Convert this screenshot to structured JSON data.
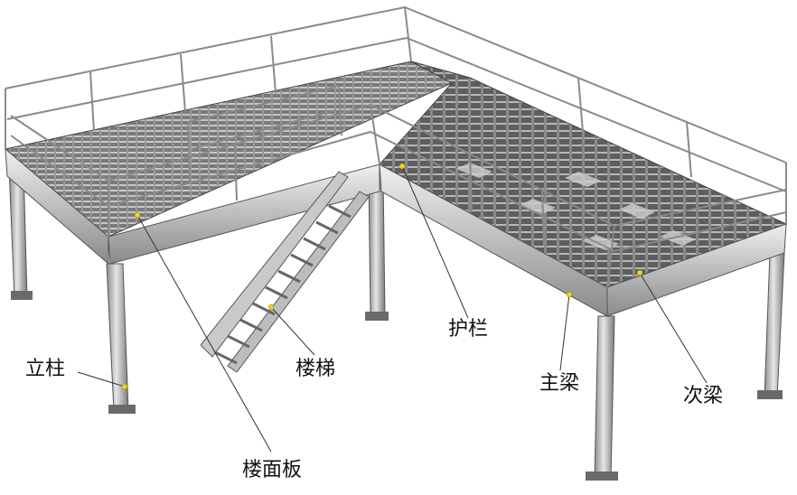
{
  "labels": {
    "column": "立柱",
    "stair": "楼梯",
    "floor_plate": "楼面板",
    "guardrail": "护栏",
    "main_beam": "主梁",
    "secondary_beam": "次梁"
  },
  "colors": {
    "steel_light": "#d9d9d9",
    "steel_mid": "#a9a9a9",
    "steel_dark": "#555555",
    "grating": "#6e6e6e",
    "leader_line": "#333333",
    "marker": "#f2d21b"
  }
}
